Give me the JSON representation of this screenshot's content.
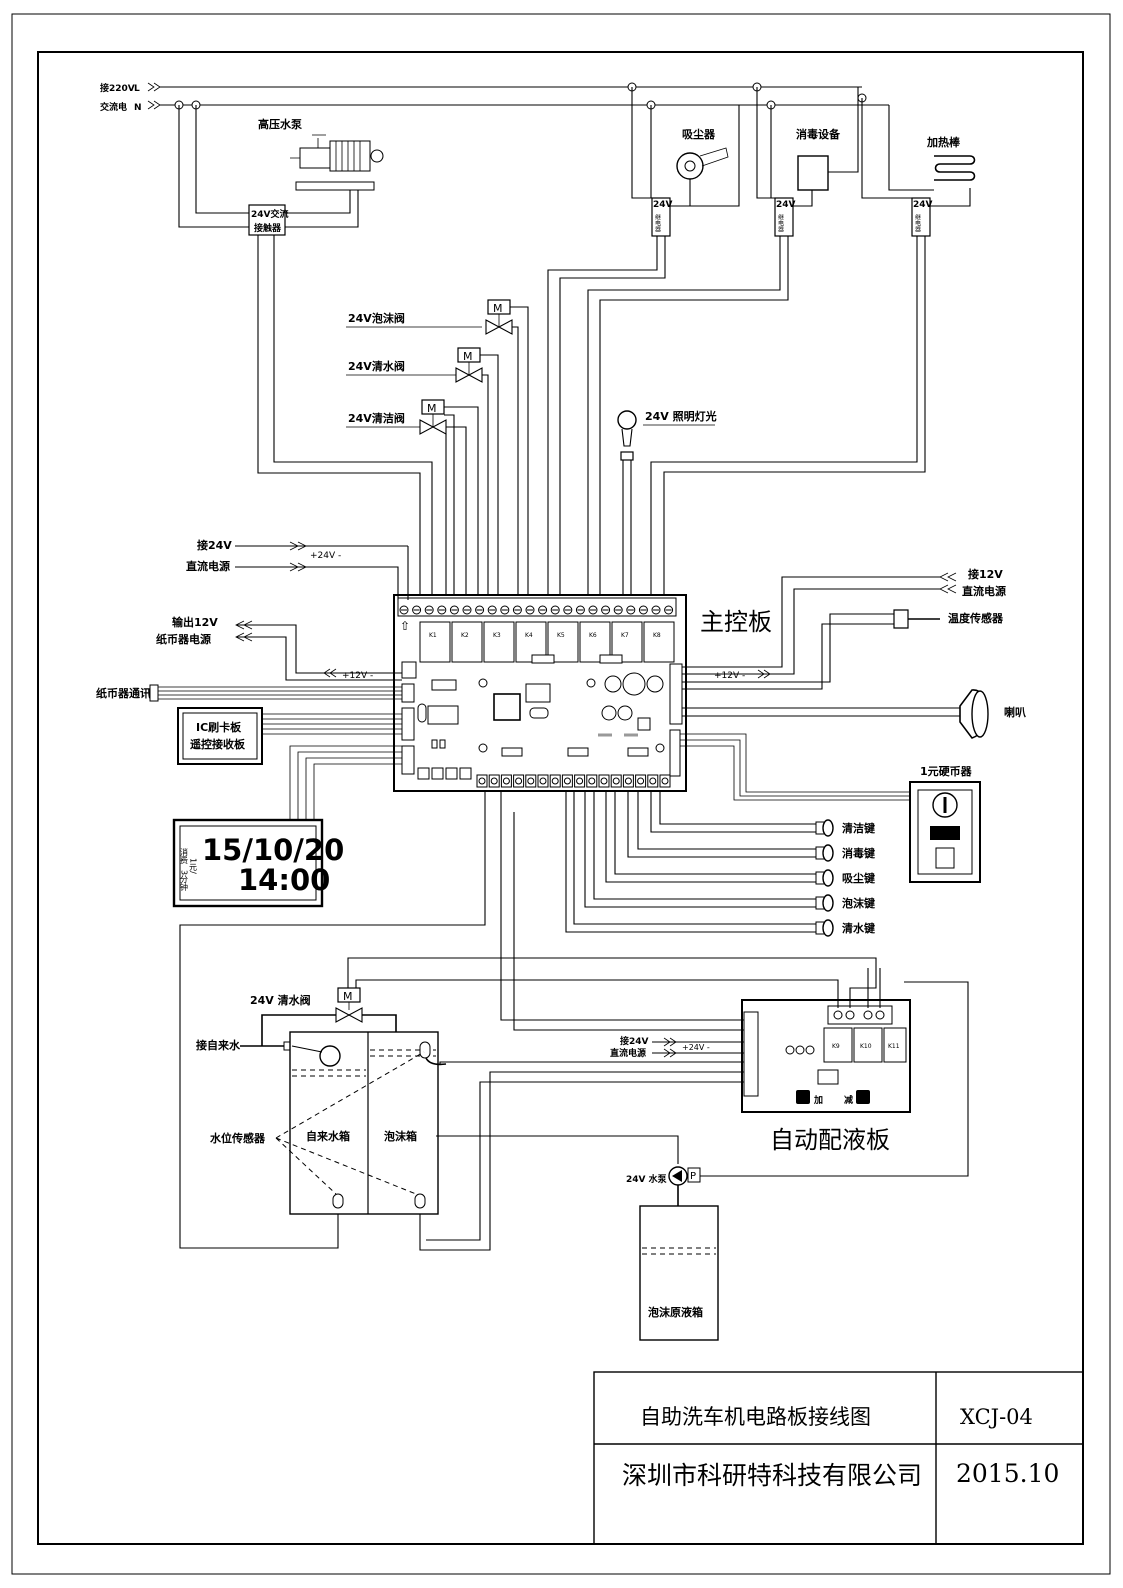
{
  "power": {
    "label_l1": "接220V",
    "label_l2": "交流电",
    "phase_l": "L",
    "phase_n": "N"
  },
  "devices": {
    "pump": "高压水泵",
    "contactor_l1": "24V交流",
    "contactor_l2": "接触器",
    "vacuum": "吸尘器",
    "disinfect": "消毒设备",
    "heater": "加热棒",
    "relay_volt": "24V",
    "relay_name": "继电器"
  },
  "valves": {
    "foam": "24V泡沫阀",
    "clean_water": "24V清水阀",
    "cleaner": "24V清洁阀",
    "lamp": "24V   照明灯光",
    "motor_mark": "M"
  },
  "main_board": {
    "title": "主控板",
    "in24_l1": "接24V",
    "in24_l2": "直流电源",
    "in24_tag": "+24V -",
    "out12_l1": "输出12V",
    "out12_l2": "纸币器电源",
    "out12_tag": "+12V -",
    "in12_l1": "接12V",
    "in12_l2": "直流电源",
    "in12_tag": "+12V -",
    "temp_sensor": "温度传感器",
    "bill_comm": "纸币器通讯",
    "ic_l1": "IC刷卡板",
    "ic_l2": "遥控接收板",
    "speaker": "喇叭",
    "coin": "1元硬币器",
    "relays": [
      "K1",
      "K2",
      "K3",
      "K4",
      "K5",
      "K6",
      "K7",
      "K8"
    ]
  },
  "display": {
    "side_l1": "消费",
    "side_l2": "1元/",
    "side_l3": "3分钟",
    "date": "15/10/20",
    "time": "14:00"
  },
  "keys": [
    "清洁键",
    "消毒键",
    "吸尘键",
    "泡沫键",
    "清水键"
  ],
  "tank": {
    "valve_label": "24V 清水阀",
    "tap_water": "接自来水",
    "level_sensor": "水位传感器",
    "water_tank": "自来水箱",
    "foam_tank": "泡沫箱",
    "pump_label": "24V 水泵",
    "pump_mark": "P",
    "concentrate": "泡沫原液箱"
  },
  "dosing_board": {
    "title": "自动配液板",
    "in24_l1": "接24V",
    "in24_l2": "直流电源",
    "in24_tag": "+24V -",
    "plus": "加",
    "minus": "减",
    "relays": [
      "K9",
      "K10",
      "K11"
    ]
  },
  "title_block": {
    "drawing_name": "自助洗车机电路板接线图",
    "drawing_no": "XCJ-04",
    "company": "深圳市科研特科技有限公司",
    "date": "2015.10"
  }
}
